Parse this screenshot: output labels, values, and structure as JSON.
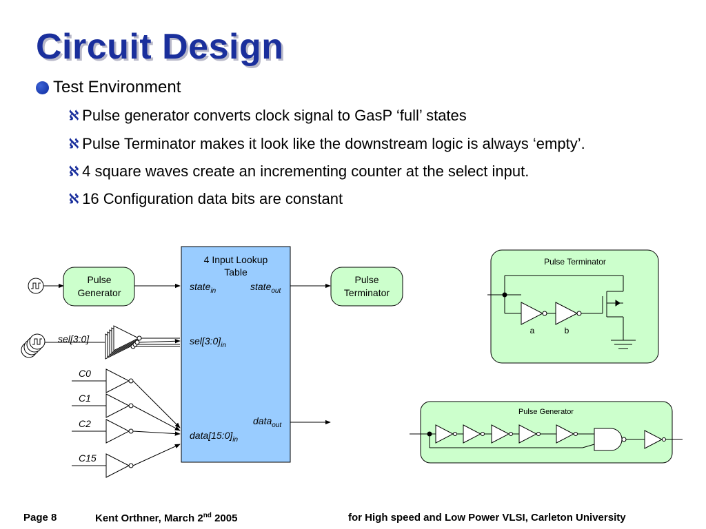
{
  "title": "Circuit Design",
  "bullet": "Test Environment",
  "subbullets": [
    "Pulse generator converts clock signal to GasP ‘full’ states",
    "Pulse Terminator makes it look like the downstream logic is always ‘empty’.",
    "4 square waves create an incrementing counter at the select input.",
    "16 Configuration data bits are constant"
  ],
  "diagram": {
    "pulse_generator_box": [
      "Pulse",
      "Generator"
    ],
    "pulse_terminator_box": [
      "Pulse",
      "Terminator"
    ],
    "lut_title": [
      "4 Input Lookup",
      "Table"
    ],
    "ports": {
      "state_in": {
        "main": "state",
        "sub": "in"
      },
      "state_out": {
        "main": "state",
        "sub": "out"
      },
      "sel_in": {
        "main": "sel[3:0]",
        "sub": "in"
      },
      "data_out": {
        "main": "data",
        "sub": "out"
      },
      "data_in": {
        "main": "data[15:0]",
        "sub": "in"
      }
    },
    "sel_label": "sel[3:0]",
    "config_labels": [
      "C0",
      "C1",
      "C2",
      "C15"
    ],
    "terminator_panel": {
      "title": "Pulse Terminator",
      "nodes": [
        "a",
        "b"
      ]
    },
    "generator_panel": {
      "title": "Pulse Generator"
    }
  },
  "footer": {
    "page": "Page 8",
    "author": "Kent Orthner, March 2",
    "author_sup": "nd",
    "year": " 2005",
    "venue": "for High speed and Low Power VLSI, Carleton University"
  },
  "colors": {
    "title": "#1a2f9c",
    "lut_fill": "#99ccff",
    "green_fill": "#ccffcc"
  }
}
